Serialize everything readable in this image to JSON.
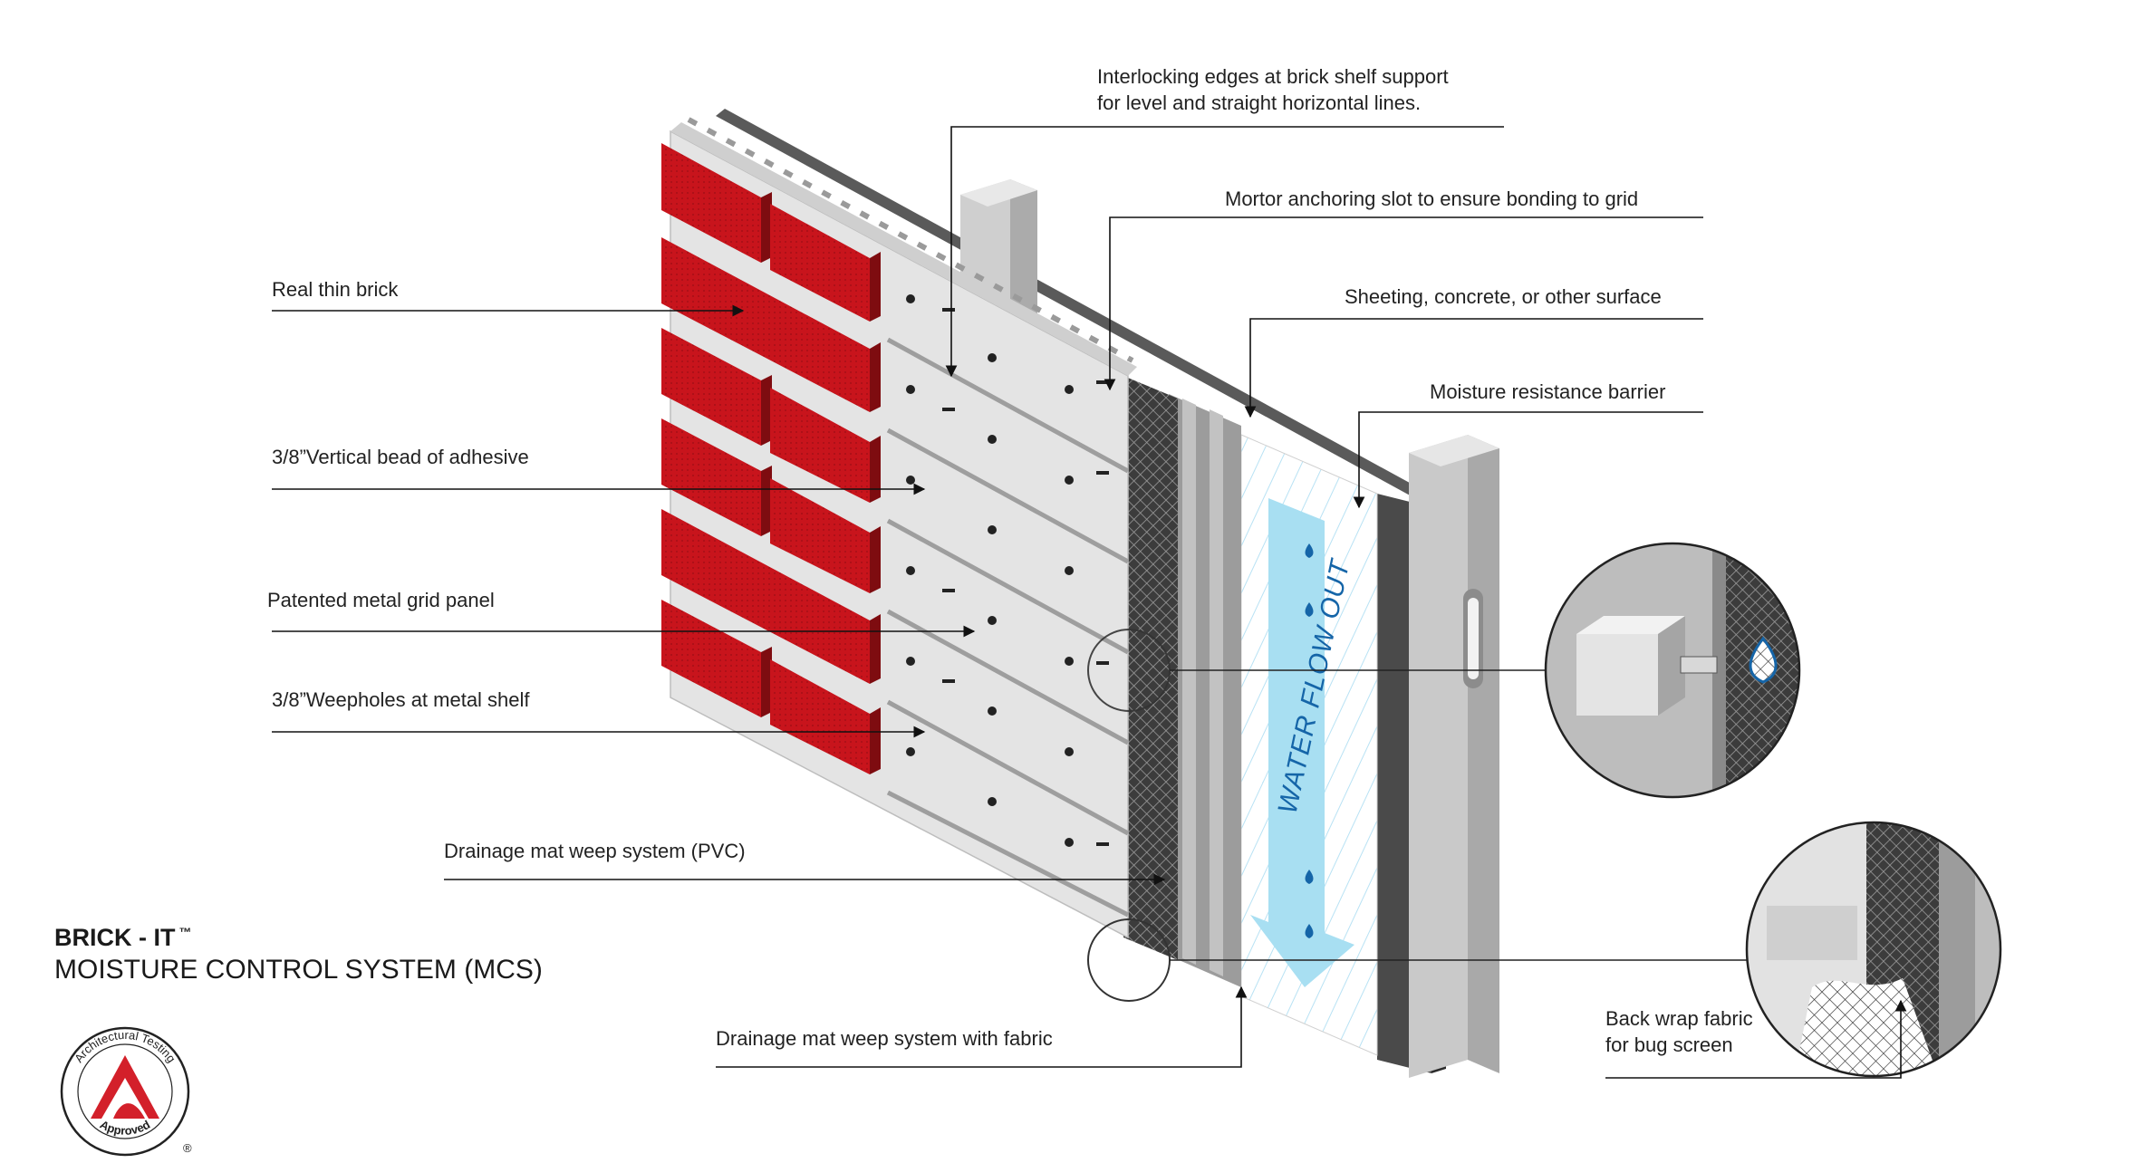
{
  "labels": {
    "interlocking_line1": "Interlocking edges at brick shelf support",
    "interlocking_line2": "for level and straight horizontal lines.",
    "mortor": "Mortor anchoring slot to ensure bonding to grid",
    "sheeting": "Sheeting, concrete, or other surface",
    "moisture_barrier": "Moisture resistance barrier",
    "real_thin_brick": "Real thin brick",
    "vertical_bead": "3/8”Vertical bead of adhesive",
    "metal_grid": "Patented metal grid panel",
    "weepholes": "3/8”Weepholes at metal shelf",
    "drainage_pvc": "Drainage mat weep system (PVC)",
    "drainage_fabric": "Drainage mat weep system with fabric",
    "back_wrap_line1": "Back wrap fabric",
    "back_wrap_line2": "for bug screen"
  },
  "flow_text": "WATER FLOW OUT",
  "title": {
    "brand": "BRICK - IT",
    "trademark": "™",
    "subtitle": "MOISTURE CONTROL SYSTEM (MCS)"
  },
  "seal": {
    "top_text": "Architectural Testing",
    "bottom_text": "Approved",
    "registered": "®"
  },
  "colors": {
    "brick": "#c8141c",
    "brick_dark": "#7e0c10",
    "grid_panel": "#e4e4e4",
    "mesh": "#4a4a4a",
    "water": "#a8dff2",
    "accent_red": "#d3202a"
  }
}
